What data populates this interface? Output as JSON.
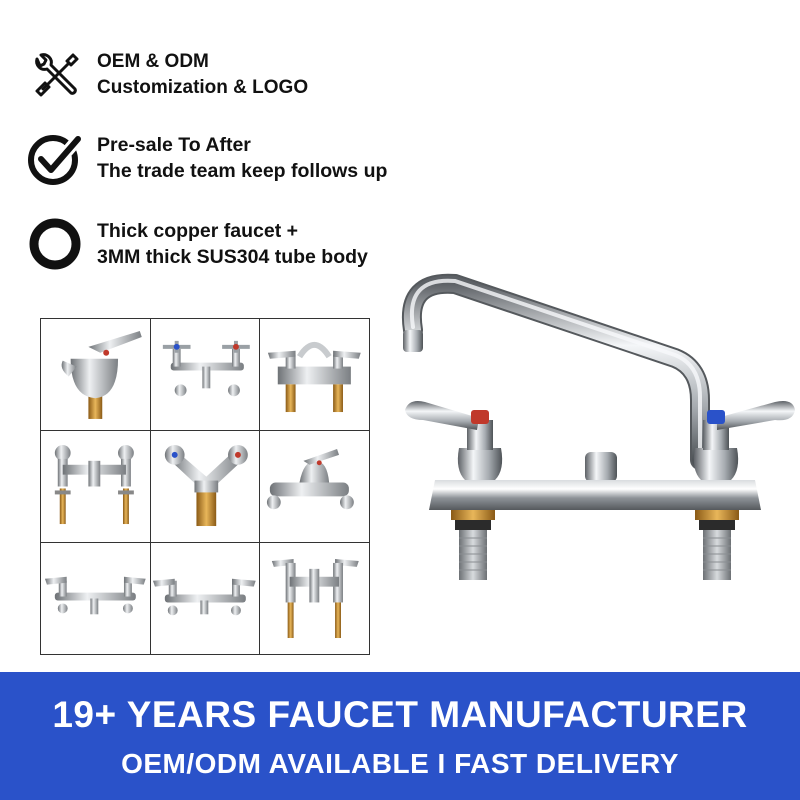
{
  "features": [
    {
      "icon": "wrench-screwdriver-icon",
      "lines": [
        "OEM & ODM",
        "Customization & LOGO"
      ]
    },
    {
      "icon": "checkmark-circle-icon",
      "lines": [
        "Pre-sale To After",
        "The trade team keep follows up"
      ]
    },
    {
      "icon": "ring-icon",
      "lines": [
        "Thick copper faucet +",
        "3MM thick SUS304 tube body"
      ]
    }
  ],
  "grid_products": [
    "single-lever-basin-faucet-icon",
    "wall-mount-cross-handle-faucet-icon",
    "deck-mount-lever-faucet-icon",
    "bridge-cross-handle-faucet-icon",
    "y-shape-dual-valve-icon",
    "wall-mount-lever-mixer-icon",
    "wall-mount-lever-faucet-icon",
    "wall-mount-lever-faucet-2-icon",
    "bridge-lever-faucet-icon"
  ],
  "main_product": "deck-mount-swing-spout-faucet-icon",
  "banner": {
    "line1": "19+ YEARS FAUCET MANUFACTURER",
    "line2": "OEM/ODM AVAILABLE I FAST DELIVERY",
    "color": "#2a52c9"
  }
}
